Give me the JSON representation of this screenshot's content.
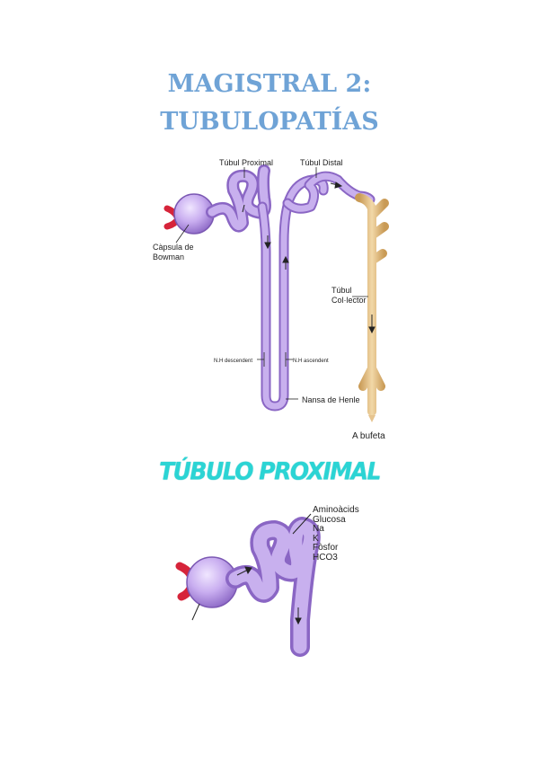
{
  "document": {
    "title_line1": "MAGISTRAL 2:",
    "title_line2": "TUBULOPATÍAS",
    "section_heading": "TÚBULO PROXIMAL"
  },
  "nephron_diagram": {
    "labels": {
      "proximal": "Túbul Proximal",
      "distal": "Túbul Distal",
      "capsule_1": "Càpsula de",
      "capsule_2": "Bowman",
      "collector_1": "Túbul",
      "collector_2": "Col·lector",
      "descending": "N.H descendent",
      "ascending": "N.H ascendent",
      "loop": "Nansa de Henle",
      "bladder": "A bufeta"
    }
  },
  "proximal_diagram": {
    "reabsorbed": [
      "Aminoàcids",
      "Glucosa",
      "Na",
      "K",
      "Fòsfor",
      "HCO3"
    ]
  },
  "colors": {
    "title": "#6fa3d6",
    "heading": "#2bd4d4",
    "tubule": "#b79ae0",
    "collector": "#e6c48f",
    "vessel": "#d6243a"
  }
}
